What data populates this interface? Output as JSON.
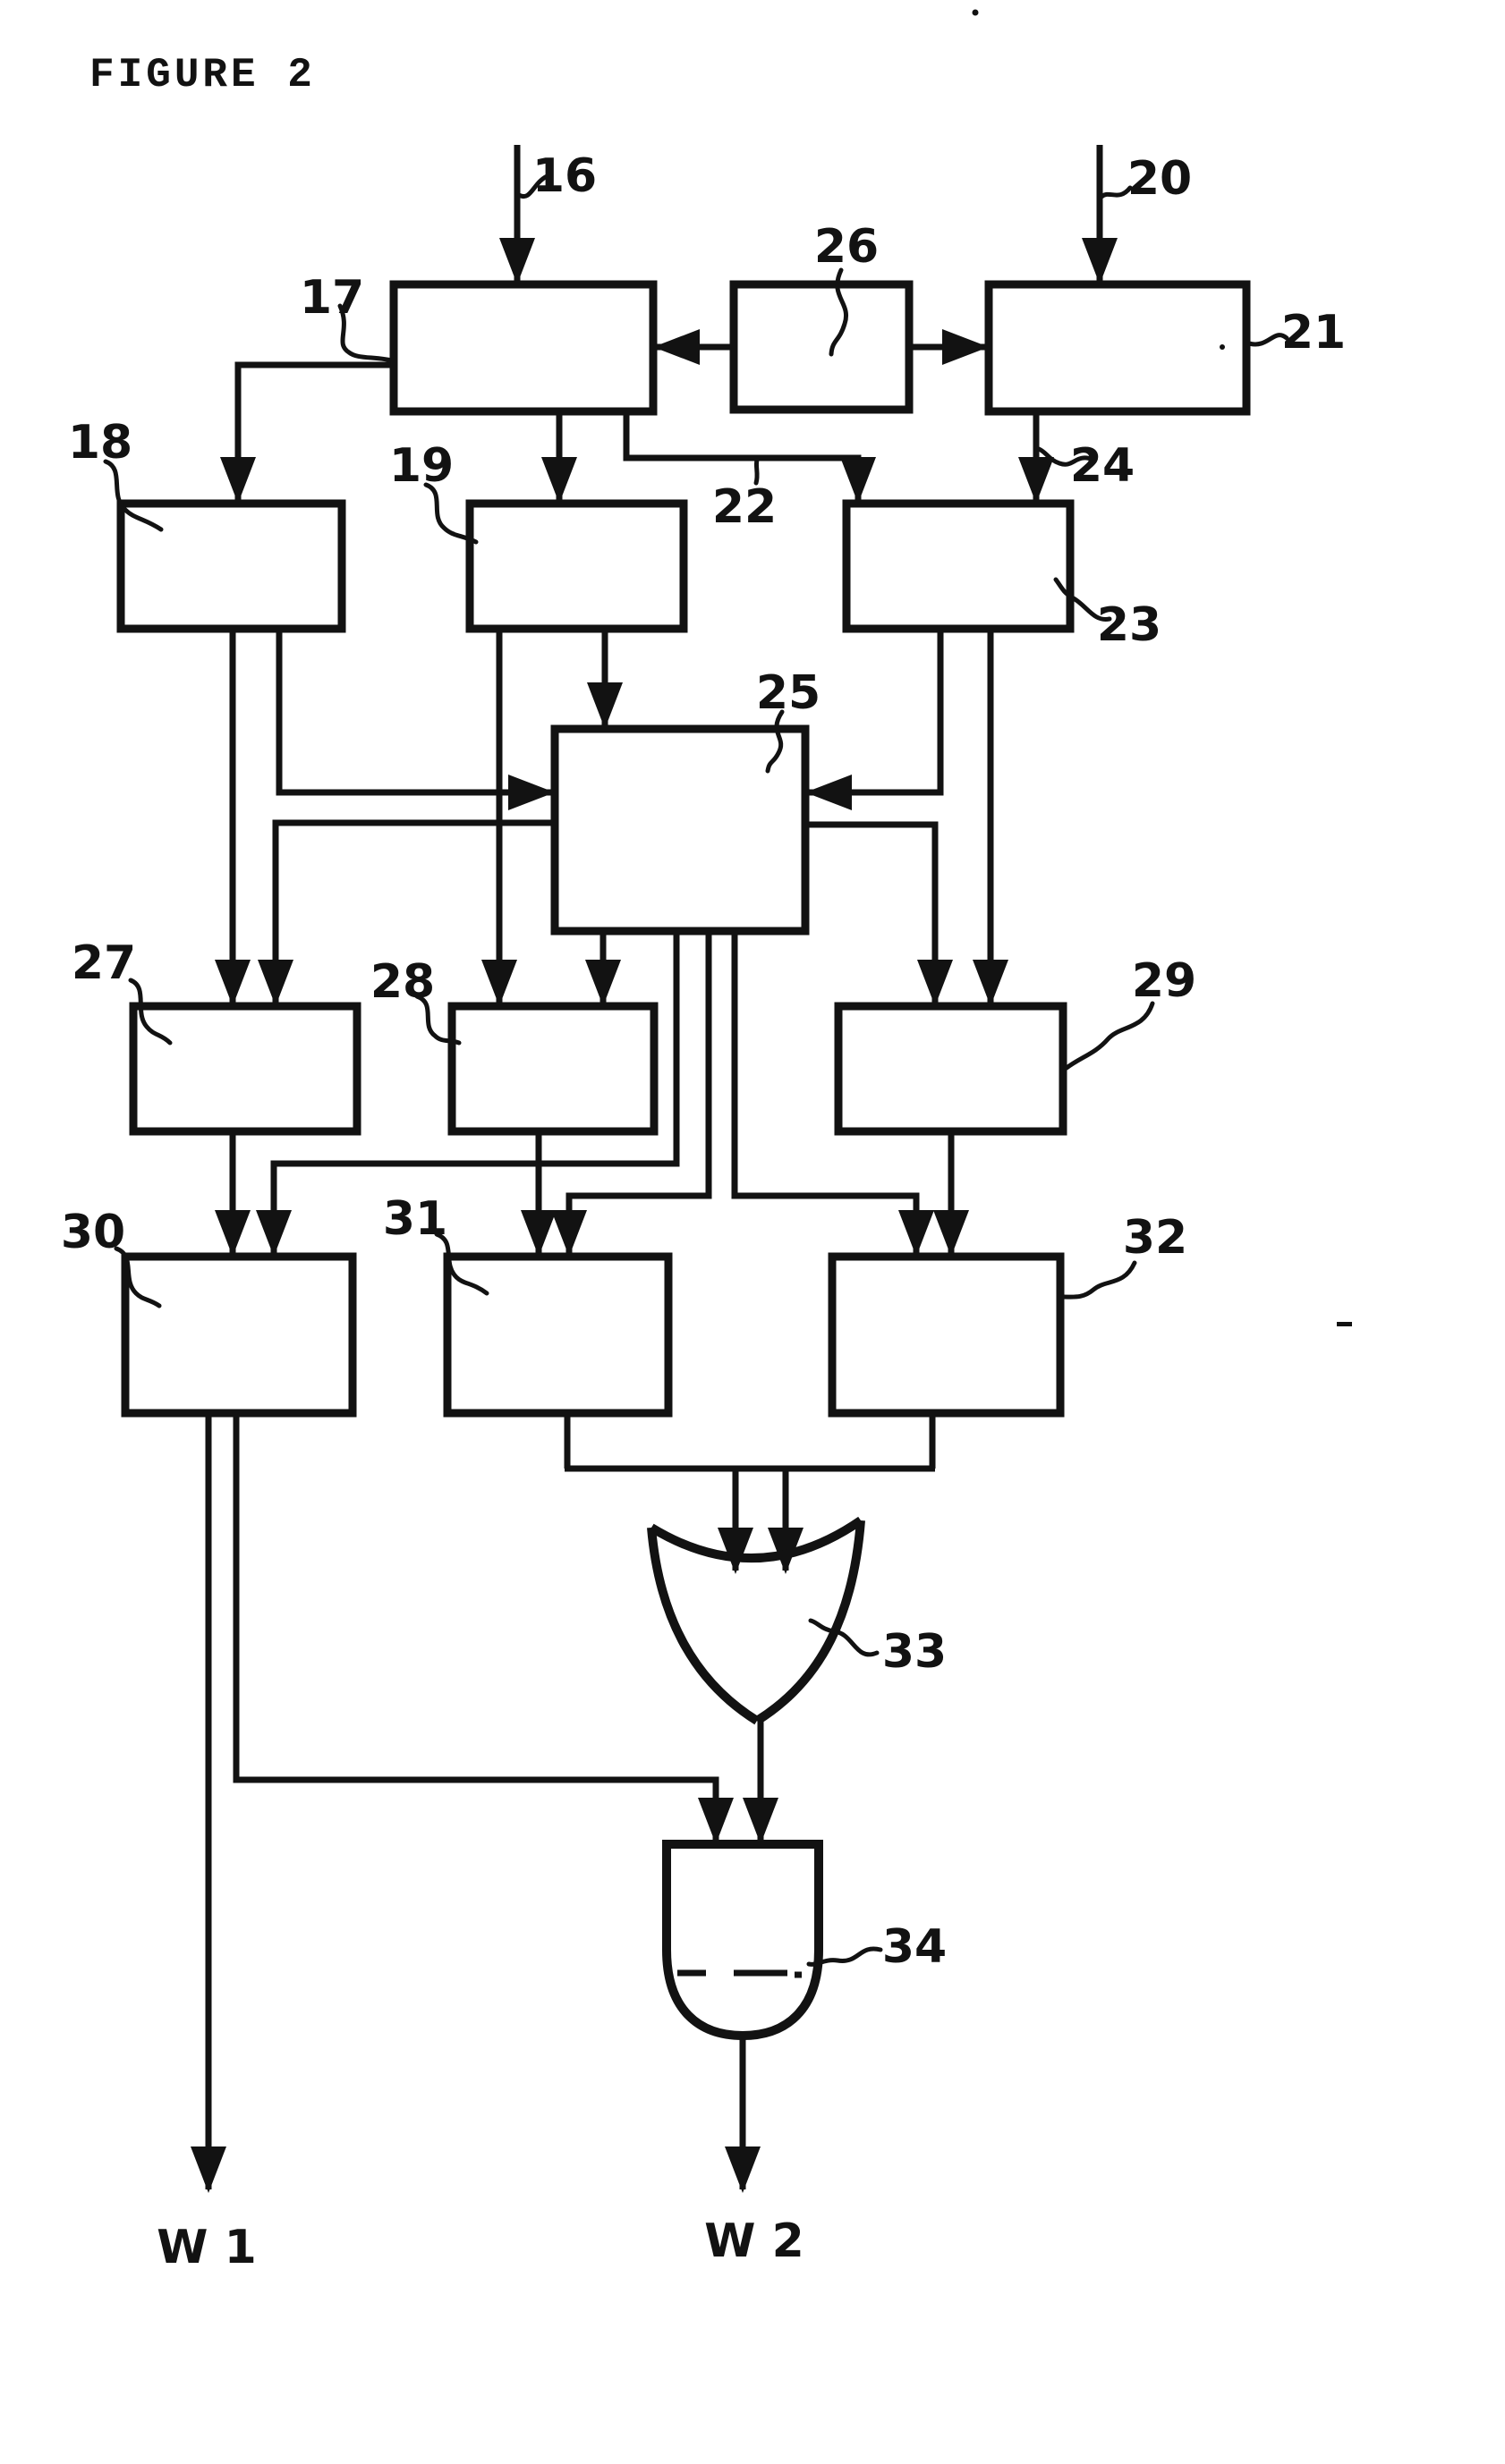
{
  "figure": {
    "title": "FIGURE 2",
    "ink_color": "#121212",
    "paper_color": "#ffffff"
  },
  "labels": {
    "title": "FIGURE 2",
    "n16": "16",
    "n17": "17",
    "n18": "18",
    "n19": "19",
    "n20": "20",
    "n21": "21",
    "n22": "22",
    "n23": "23",
    "n24": "24",
    "n25": "25",
    "n26": "26",
    "n27": "27",
    "n28": "28",
    "n29": "29",
    "n30": "30",
    "n31": "31",
    "n32": "32",
    "n33": "33",
    "n34": "34",
    "w1": "W 1",
    "w2": "W 2"
  },
  "diagram": {
    "inputs": [
      {
        "ref": "16"
      },
      {
        "ref": "20"
      }
    ],
    "blocks": [
      {
        "ref": "17"
      },
      {
        "ref": "18"
      },
      {
        "ref": "19"
      },
      {
        "ref": "21"
      },
      {
        "ref": "23"
      },
      {
        "ref": "25"
      },
      {
        "ref": "26"
      },
      {
        "ref": "27"
      },
      {
        "ref": "28"
      },
      {
        "ref": "29"
      },
      {
        "ref": "30"
      },
      {
        "ref": "31"
      },
      {
        "ref": "32"
      }
    ],
    "gates": [
      {
        "ref": "33",
        "type": "or-gate"
      },
      {
        "ref": "34",
        "type": "and-gate"
      }
    ],
    "wire_labels": [
      {
        "ref": "22"
      },
      {
        "ref": "24"
      }
    ],
    "outputs": [
      {
        "ref": "W 1"
      },
      {
        "ref": "W 2"
      }
    ],
    "connections": [
      {
        "from": "16",
        "to": "17"
      },
      {
        "from": "20",
        "to": "21"
      },
      {
        "from": "26",
        "to": "17"
      },
      {
        "from": "26",
        "to": "21"
      },
      {
        "from": "17",
        "to": "18"
      },
      {
        "from": "17",
        "to": "19"
      },
      {
        "from": "17",
        "to": "23",
        "label": "22"
      },
      {
        "from": "21",
        "to": "23",
        "label": "24"
      },
      {
        "from": "18",
        "to": "27"
      },
      {
        "from": "18",
        "to": "25"
      },
      {
        "from": "19",
        "to": "28"
      },
      {
        "from": "19",
        "to": "25"
      },
      {
        "from": "23",
        "to": "25"
      },
      {
        "from": "23",
        "to": "29"
      },
      {
        "from": "25",
        "to": "27"
      },
      {
        "from": "25",
        "to": "28"
      },
      {
        "from": "25",
        "to": "29"
      },
      {
        "from": "25",
        "to": "30"
      },
      {
        "from": "25",
        "to": "31"
      },
      {
        "from": "25",
        "to": "32"
      },
      {
        "from": "27",
        "to": "30"
      },
      {
        "from": "28",
        "to": "31"
      },
      {
        "from": "29",
        "to": "32"
      },
      {
        "from": "30",
        "to": "W 1"
      },
      {
        "from": "30",
        "to": "34"
      },
      {
        "from": "31",
        "to": "33"
      },
      {
        "from": "32",
        "to": "33"
      },
      {
        "from": "33",
        "to": "34"
      },
      {
        "from": "34",
        "to": "W 2"
      }
    ]
  }
}
